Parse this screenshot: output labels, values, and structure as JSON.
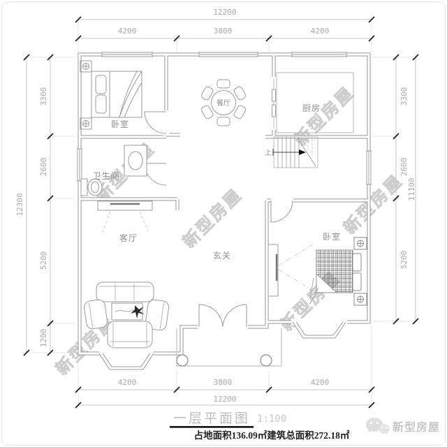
{
  "title_block": {
    "title": "一层平面图",
    "scale": "1:100"
  },
  "areas": {
    "footprint_label": "占地面积",
    "footprint_value": "136.09㎡",
    "total_label": "建筑总面积",
    "total_value": "272.18㎡"
  },
  "brand": {
    "name": "新型房屋",
    "icon": "wechat-icon"
  },
  "watermark": {
    "text": "新型房屋"
  },
  "rooms": {
    "bedroom1": {
      "label": "卧室"
    },
    "bathroom": {
      "label": "卫生间"
    },
    "living": {
      "label": "客厅"
    },
    "dining": {
      "label": "餐厅"
    },
    "kitchen": {
      "label": "厨房"
    },
    "hall": {
      "label": "玄关"
    },
    "bedroom2": {
      "label": "卧室"
    },
    "stairs": {
      "label": "上"
    }
  },
  "dims": {
    "top_total": "12200",
    "top_segments": [
      "4200",
      "3800",
      "4200"
    ],
    "bottom_segments": [
      "4200",
      "3800",
      "4200"
    ],
    "bottom_total": "12200",
    "left_segments": [
      "3300",
      "2600",
      "5200",
      "1200"
    ],
    "left_total": "12300",
    "right_segments": [
      "3300",
      "2600",
      "5200"
    ],
    "right_total": "11100"
  },
  "colors": {
    "wall": "#8a8a8a",
    "dim_line": "#c4c4c4",
    "dim_text": "#a9a9a9",
    "tick": "#222222",
    "watermark": "#cdcdcd",
    "underline": "#111111",
    "area_text": "#222222",
    "brand_text": "#c6c6c6"
  }
}
